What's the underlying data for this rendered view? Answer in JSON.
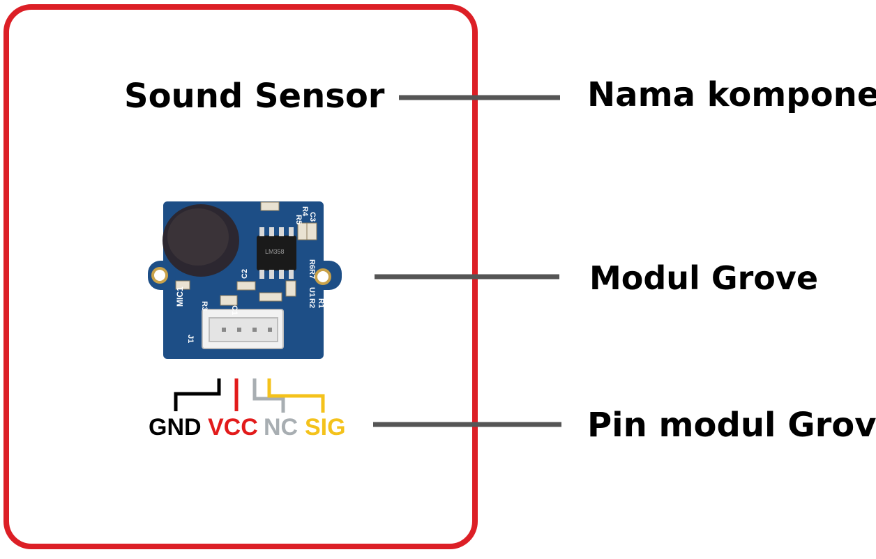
{
  "component_name": "Sound Sensor",
  "labels": {
    "name": "Nama komponen",
    "module": "Modul Grove",
    "pins": "Pin modul Grove"
  },
  "pins": [
    {
      "name": "GND",
      "color": "#000000"
    },
    {
      "name": "VCC",
      "color": "#e21b1b"
    },
    {
      "name": "NC",
      "color": "#a8aeb2"
    },
    {
      "name": "SIG",
      "color": "#f4c21b"
    }
  ],
  "board_silkscreen": {
    "mic": "MIC1",
    "chip": "LM358",
    "refs": [
      "C3",
      "R5",
      "R4",
      "R6",
      "R7",
      "U1",
      "R2",
      "R1",
      "C2",
      "R3",
      "C1",
      "J1"
    ]
  },
  "colors": {
    "frame": "#dc1f26",
    "pointer_line": "#555555",
    "board": "#1d4e86"
  }
}
